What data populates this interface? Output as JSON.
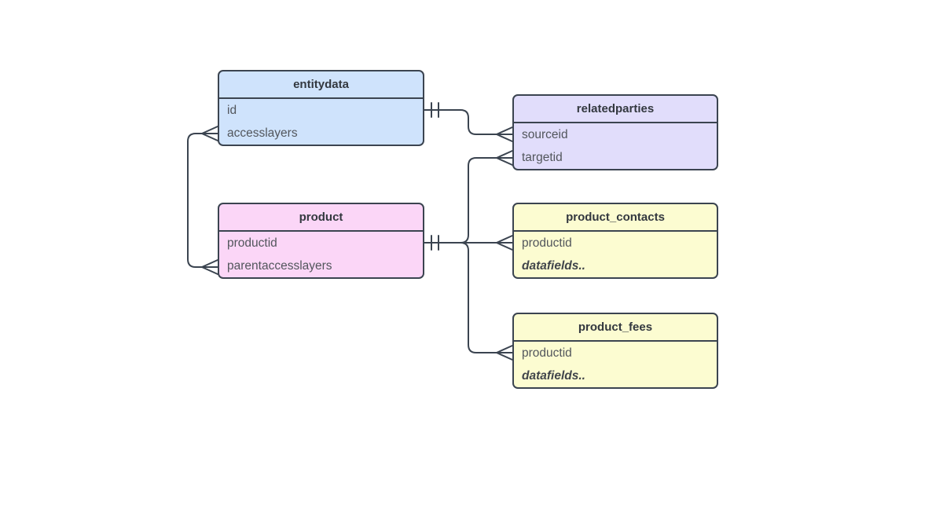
{
  "page": {
    "background_color": "#ffffff"
  },
  "diagram": {
    "kind": "entity-relationship-diagram",
    "line_color": "#3b4450",
    "entities": [
      {
        "title": "entitydata",
        "fill_color": "#cfe3fc",
        "fields": [
          "id",
          "accesslayers"
        ]
      },
      {
        "title": "relatedparties",
        "fill_color": "#e1ddfb",
        "fields": [
          "sourceid",
          "targetid"
        ]
      },
      {
        "title": "product",
        "fill_color": "#fbd6f7",
        "fields": [
          "productid",
          "parentaccesslayers"
        ]
      },
      {
        "title": "product_contacts",
        "fill_color": "#fcfcd1",
        "fields": [
          "productid",
          "datafields.."
        ]
      },
      {
        "title": "product_fees",
        "fill_color": "#fcfcd1",
        "fields": [
          "productid",
          "datafields.."
        ]
      }
    ],
    "relationships": [
      {
        "from": "entitydata.id",
        "from_cardinality": "exactly-one",
        "to": "relatedparties.sourceid",
        "to_cardinality": "many"
      },
      {
        "from": "product.productid",
        "from_cardinality": "exactly-one",
        "to": "relatedparties.targetid",
        "to_cardinality": "many"
      },
      {
        "from": "product.productid",
        "from_cardinality": "exactly-one",
        "to": "product_contacts.productid",
        "to_cardinality": "many"
      },
      {
        "from": "product.productid",
        "from_cardinality": "exactly-one",
        "to": "product_fees.productid",
        "to_cardinality": "many"
      },
      {
        "from": "entitydata.accesslayers",
        "from_cardinality": "many",
        "to": "product.parentaccesslayers",
        "to_cardinality": "many"
      }
    ]
  }
}
